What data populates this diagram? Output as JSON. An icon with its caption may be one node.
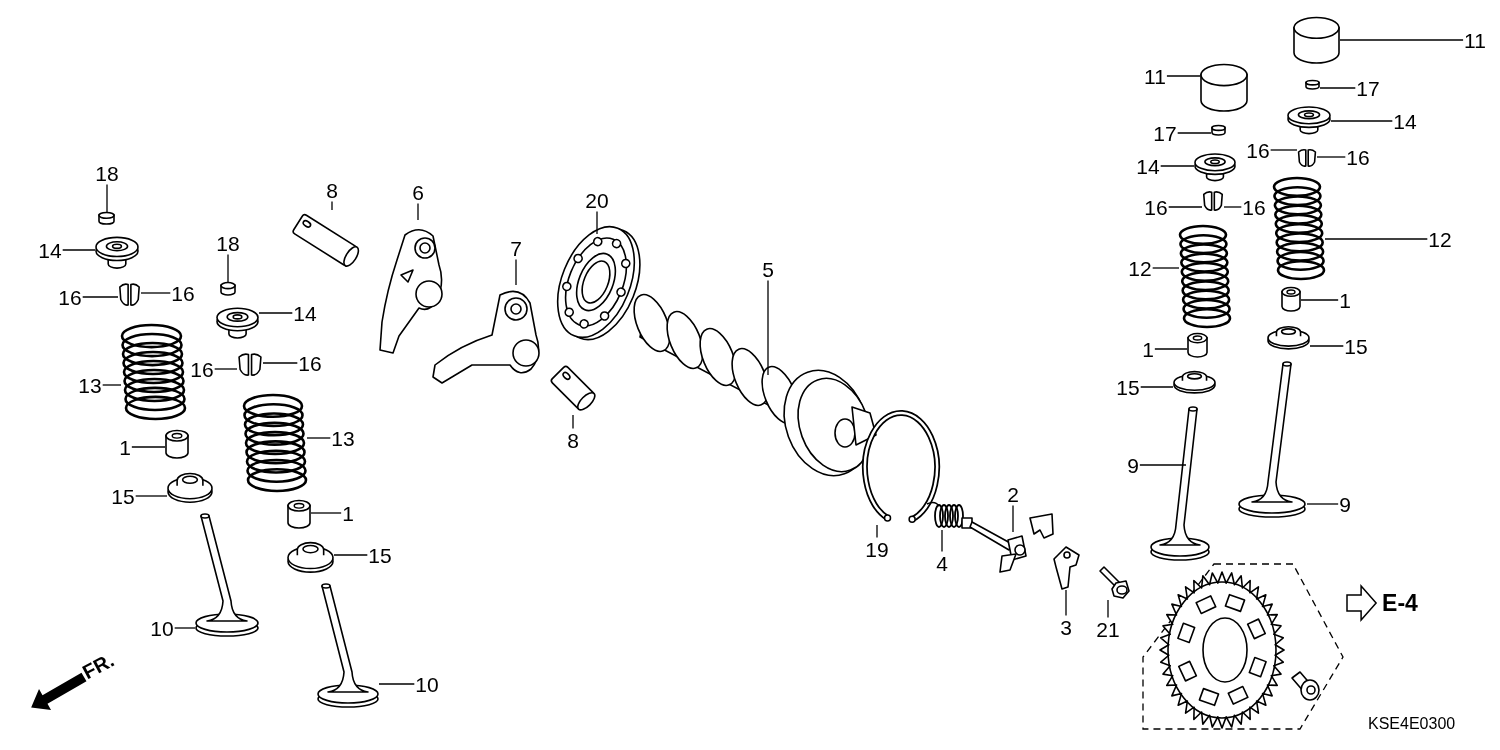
{
  "diagram": {
    "nodes": [
      {
        "text": [
          "18"
        ]
      },
      {
        "text": [],
        "shape": "cylinder"
      },
      {
        "text": [
          "14"
        ]
      },
      {
        "text": [],
        "shape": "picture"
      },
      {
        "text": [
          "16"
        ]
      },
      {
        "text": [
          "16"
        ]
      },
      {
        "text": [],
        "shape": "picture"
      },
      {
        "text": [
          "13"
        ]
      },
      {
        "text": [],
        "shape": "picture"
      },
      {
        "text": [
          "1"
        ]
      },
      {
        "text": [],
        "shape": "cylinder"
      },
      {
        "text": [
          "15"
        ]
      },
      {
        "text": [],
        "shape": "ring"
      },
      {
        "text": [
          "10"
        ]
      },
      {
        "text": [],
        "shape": "picture"
      },
      {
        "text": [
          "18"
        ]
      },
      {
        "text": [],
        "shape": "cylinder"
      },
      {
        "text": [
          "14"
        ]
      },
      {
        "text": [],
        "shape": "picture"
      },
      {
        "text": [
          "16"
        ]
      },
      {
        "text": [
          "16"
        ]
      },
      {
        "text": [],
        "shape": "picture"
      },
      {
        "text": [
          "13"
        ]
      },
      {
        "text": [],
        "shape": "picture"
      },
      {
        "text": [
          "1"
        ]
      },
      {
        "text": [],
        "shape": "cylinder"
      },
      {
        "text": [
          "15"
        ]
      },
      {
        "text": [],
        "shape": "ring"
      },
      {
        "text": [
          "10"
        ]
      },
      {
        "text": [],
        "shape": "picture"
      },
      {
        "text": [
          "8"
        ]
      },
      {
        "text": [],
        "shape": "picture"
      },
      {
        "text": [
          "6"
        ]
      },
      {
        "text": [],
        "shape": "picture"
      },
      {
        "text": [
          "7"
        ]
      },
      {
        "text": [],
        "shape": "picture"
      },
      {
        "text": [
          "20"
        ]
      },
      {
        "text": [],
        "shape": "picture"
      },
      {
        "text": [
          "5"
        ]
      },
      {
        "text": [],
        "shape": "picture"
      },
      {
        "text": [
          "8"
        ]
      },
      {
        "text": [],
        "shape": "picture"
      },
      {
        "text": [
          "19"
        ]
      },
      {
        "text": [],
        "shape": "picture"
      },
      {
        "text": [
          "4"
        ]
      },
      {
        "text": [],
        "shape": "picture"
      },
      {
        "text": [
          "2"
        ]
      },
      {
        "text": [],
        "shape": "picture"
      },
      {
        "text": [
          "3"
        ]
      },
      {
        "text": [],
        "shape": "picture"
      },
      {
        "text": [
          "21"
        ]
      },
      {
        "text": [],
        "shape": "picture"
      },
      {
        "text": [
          "11"
        ]
      },
      {
        "text": [],
        "shape": "cylinder"
      },
      {
        "text": [
          "17"
        ]
      },
      {
        "text": [],
        "shape": "cylinder"
      },
      {
        "text": [
          "14"
        ]
      },
      {
        "text": [],
        "shape": "picture"
      },
      {
        "text": [
          "16"
        ]
      },
      {
        "text": [
          "16"
        ]
      },
      {
        "text": [],
        "shape": "picture"
      },
      {
        "text": [
          "12"
        ]
      },
      {
        "text": [],
        "shape": "picture"
      },
      {
        "text": [
          "1"
        ]
      },
      {
        "text": [],
        "shape": "cylinder"
      },
      {
        "text": [
          "15"
        ]
      },
      {
        "text": [],
        "shape": "ring"
      },
      {
        "text": [
          "9"
        ]
      },
      {
        "text": [],
        "shape": "picture"
      },
      {
        "text": [
          "11"
        ]
      },
      {
        "text": [],
        "shape": "cylinder"
      },
      {
        "text": [
          "17"
        ]
      },
      {
        "text": [],
        "shape": "cylinder"
      },
      {
        "text": [
          "14"
        ]
      },
      {
        "text": [],
        "shape": "picture"
      },
      {
        "text": [
          "16"
        ]
      },
      {
        "text": [
          "16"
        ]
      },
      {
        "text": [],
        "shape": "picture"
      },
      {
        "text": [
          "12"
        ]
      },
      {
        "text": [],
        "shape": "picture"
      },
      {
        "text": [
          "1"
        ]
      },
      {
        "text": [],
        "shape": "cylinder"
      },
      {
        "text": [
          "15"
        ]
      },
      {
        "text": [],
        "shape": "ring"
      },
      {
        "text": [
          "9"
        ]
      },
      {
        "text": [],
        "shape": "picture"
      },
      {
        "text": [],
        "shape": "picture"
      },
      {
        "text": [
          "E-4"
        ]
      }
    ],
    "edges": [
      {
        "from": 0,
        "to": 1,
        "arrow": "none"
      },
      {
        "from": 2,
        "to": 3,
        "arrow": "none"
      },
      {
        "from": 4,
        "to": 6,
        "arrow": "none"
      },
      {
        "from": 5,
        "to": 6,
        "arrow": "none"
      },
      {
        "from": 7,
        "to": 8,
        "arrow": "none"
      },
      {
        "from": 9,
        "to": 10,
        "arrow": "none"
      },
      {
        "from": 11,
        "to": 12,
        "arrow": "none"
      },
      {
        "from": 13,
        "to": 14,
        "arrow": "none"
      },
      {
        "from": 15,
        "to": 16,
        "arrow": "none"
      },
      {
        "from": 17,
        "to": 18,
        "arrow": "none"
      },
      {
        "from": 19,
        "to": 21,
        "arrow": "none"
      },
      {
        "from": 20,
        "to": 21,
        "arrow": "none"
      },
      {
        "from": 22,
        "to": 23,
        "arrow": "none"
      },
      {
        "from": 24,
        "to": 25,
        "arrow": "none"
      },
      {
        "from": 26,
        "to": 27,
        "arrow": "none"
      },
      {
        "from": 28,
        "to": 29,
        "arrow": "none"
      },
      {
        "from": 30,
        "to": 31,
        "arrow": "none"
      },
      {
        "from": 32,
        "to": 33,
        "arrow": "none"
      },
      {
        "from": 34,
        "to": 35,
        "arrow": "none"
      },
      {
        "from": 36,
        "to": 37,
        "arrow": "none"
      },
      {
        "from": 38,
        "to": 39,
        "arrow": "none"
      },
      {
        "from": 40,
        "to": 41,
        "arrow": "none"
      },
      {
        "from": 42,
        "to": 43,
        "arrow": "none"
      },
      {
        "from": 44,
        "to": 45,
        "arrow": "none"
      },
      {
        "from": 46,
        "to": 47,
        "arrow": "none"
      },
      {
        "from": 48,
        "to": 49,
        "arrow": "none"
      },
      {
        "from": 50,
        "to": 51,
        "arrow": "none"
      },
      {
        "from": 52,
        "to": 53,
        "arrow": "none"
      },
      {
        "from": 54,
        "to": 55,
        "arrow": "none"
      },
      {
        "from": 56,
        "to": 57,
        "arrow": "none"
      },
      {
        "from": 58,
        "to": 60,
        "arrow": "none"
      },
      {
        "from": 59,
        "to": 60,
        "arrow": "none"
      },
      {
        "from": 61,
        "to": 62,
        "arrow": "none"
      },
      {
        "from": 63,
        "to": 64,
        "arrow": "none"
      },
      {
        "from": 65,
        "to": 66,
        "arrow": "none"
      },
      {
        "from": 67,
        "to": 68,
        "arrow": "none"
      },
      {
        "from": 69,
        "to": 70,
        "arrow": "none"
      },
      {
        "from": 71,
        "to": 72,
        "arrow": "none"
      },
      {
        "from": 73,
        "to": 74,
        "arrow": "none"
      },
      {
        "from": 75,
        "to": 77,
        "arrow": "none"
      },
      {
        "from": 76,
        "to": 77,
        "arrow": "none"
      },
      {
        "from": 78,
        "to": 79,
        "arrow": "none"
      },
      {
        "from": 80,
        "to": 81,
        "arrow": "none"
      },
      {
        "from": 82,
        "to": 83,
        "arrow": "none"
      },
      {
        "from": 84,
        "to": 85,
        "arrow": "none"
      },
      {
        "from": 86,
        "to": 87,
        "arrow": "to"
      }
    ],
    "labels": [
      "FR.",
      "KSE4E0300"
    ]
  }
}
